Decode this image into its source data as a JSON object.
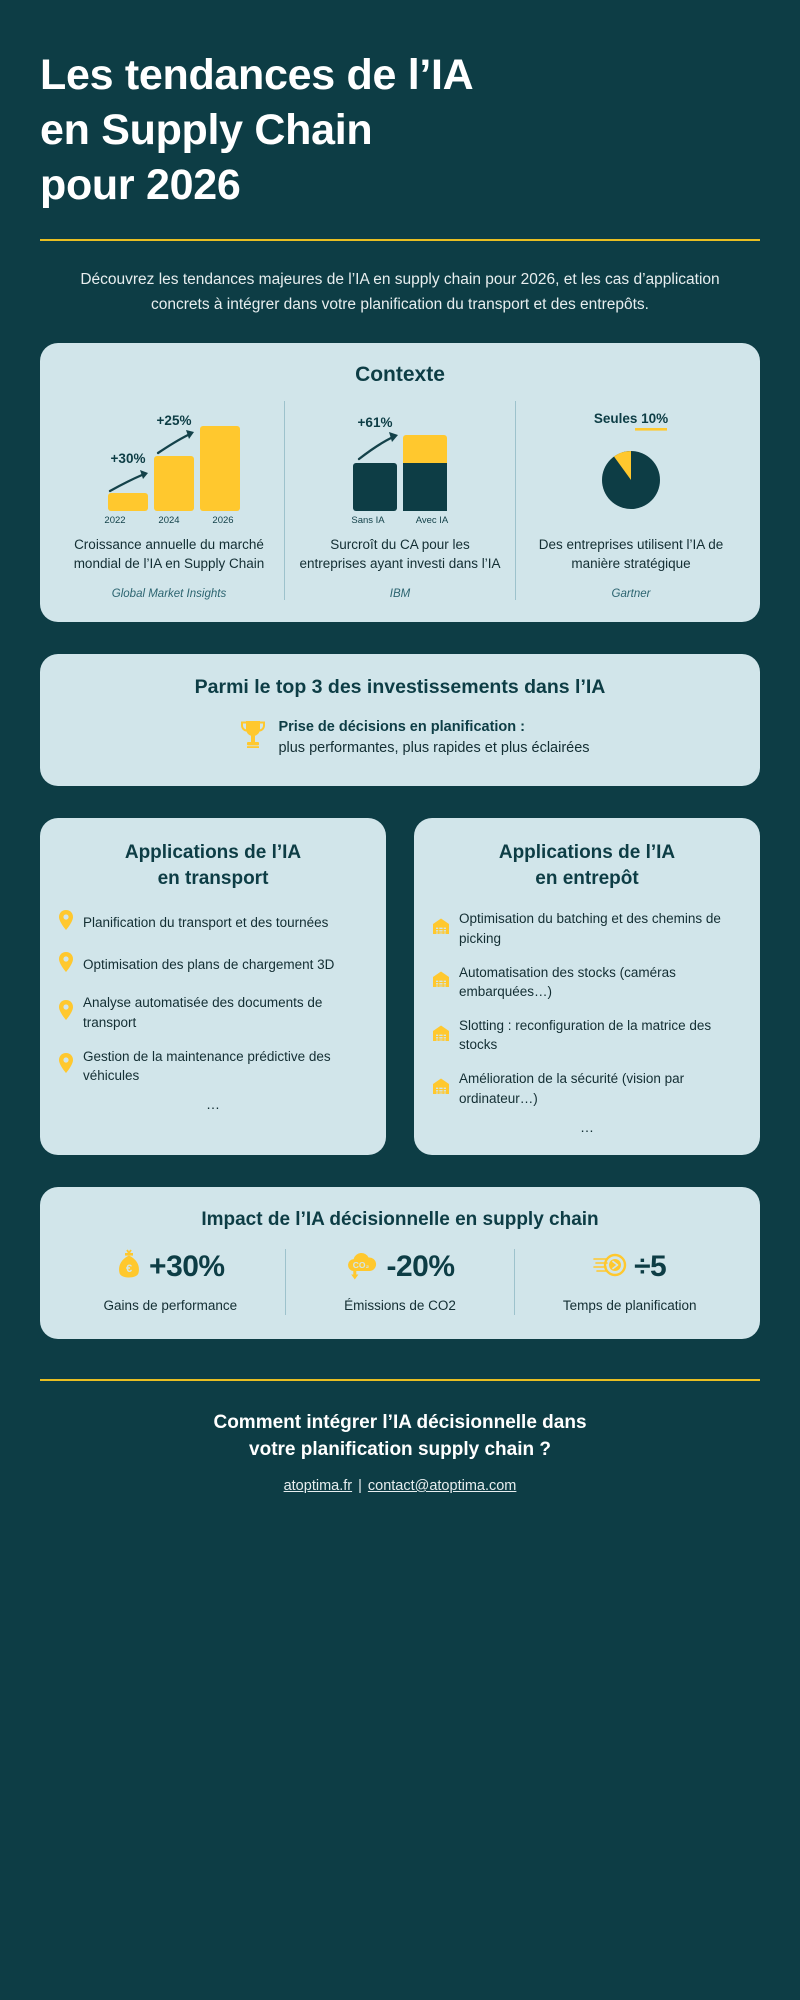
{
  "header": {
    "title_line1": "Les tendances de l’IA",
    "title_line2": "en Supply Chain",
    "title_line3": "pour 2026",
    "subtitle": "Découvrez les tendances majeures de l’IA en supply chain pour 2026, et les cas d’application concrets à intégrer dans votre planification du transport et des entrepôts."
  },
  "colors": {
    "background": "#0d3d45",
    "card": "#d1e5ea",
    "accent_yellow": "#ffc82e",
    "rule_gold": "#e8bf22",
    "dark_teal": "#0d3d45",
    "text_dark": "#132e33"
  },
  "context": {
    "title": "Contexte",
    "columns": [
      {
        "badge": "+30%",
        "badge2": "+25%",
        "description": "Croissance annuelle du marché mondial de l’IA en Supply Chain",
        "source": "Global Market Insights"
      },
      {
        "badge": "+61%",
        "description": "Surcroît du CA pour les entreprises ayant investi dans l’IA",
        "source": "IBM"
      },
      {
        "badge_prefix": "Seules ",
        "badge_value": "10%",
        "description": "Des entreprises utilisent l’IA de manière stratégique",
        "source": "Gartner"
      }
    ]
  },
  "chart_data": [
    {
      "type": "bar",
      "title": "Croissance annuelle du marché mondial de l’IA en Supply Chain",
      "categories": [
        "2022",
        "2024",
        "2026"
      ],
      "values": [
        18,
        55,
        100
      ],
      "annotations": [
        "+30%",
        "+25%"
      ],
      "ylim": [
        0,
        110
      ],
      "xlabel": "",
      "ylabel": "",
      "grid": false,
      "legend": "none",
      "series_color": "#ffc82e",
      "source": "Global Market Insights"
    },
    {
      "type": "bar",
      "title": "Surcroît du CA pour les entreprises ayant investi dans l’IA",
      "categories": [
        "Sans IA",
        "Avec IA"
      ],
      "values": [
        100,
        161
      ],
      "annotations": [
        "+61%"
      ],
      "ylim": [
        0,
        170
      ],
      "xlabel": "",
      "ylabel": "",
      "grid": false,
      "legend": "none",
      "series_colors": [
        "#0d3d45",
        "#ffc82e"
      ],
      "source": "IBM"
    },
    {
      "type": "pie",
      "title": "Des entreprises utilisent l’IA de manière stratégique",
      "categories": [
        "Utilisent l’IA stratégiquement",
        "N’utilisent pas l’IA stratégiquement"
      ],
      "values": [
        10,
        90
      ],
      "annotation": "Seules 10%",
      "colors": [
        "#ffc82e",
        "#0d3d45"
      ],
      "legend": "none",
      "source": "Gartner"
    }
  ],
  "top3": {
    "title": "Parmi le top 3 des investissements dans l’IA",
    "icon": "trophy-icon",
    "item_strong": "Prise de décisions en planification :",
    "item_detail": "plus performantes, plus rapides et plus éclairées"
  },
  "applications": {
    "transport": {
      "title_line1": "Applications de l’IA",
      "title_line2": "en transport",
      "bullet_icon": "map-pin-icon",
      "items": [
        "Planification du transport et des tournées",
        "Optimisation des plans de chargement 3D",
        "Analyse automatisée des documents de transport",
        "Gestion de la maintenance prédictive des véhicules"
      ],
      "ellipsis": "…"
    },
    "entrepot": {
      "title_line1": "Applications de l’IA",
      "title_line2": "en entrepôt",
      "bullet_icon": "warehouse-icon",
      "items": [
        "Optimisation du batching et des chemins de picking",
        "Automatisation des stocks (caméras embarquées…)",
        "Slotting : reconfiguration de la matrice des stocks",
        "Amélioration de la sécurité (vision par ordinateur…)"
      ],
      "ellipsis": "…"
    }
  },
  "impact": {
    "title": "Impact de l’IA décisionnelle en supply chain",
    "metrics": [
      {
        "icon": "money-bag-icon",
        "value": "+30%",
        "label": "Gains de performance"
      },
      {
        "icon": "co2-cloud-icon",
        "value": "-20%",
        "label": "Émissions de CO2"
      },
      {
        "icon": "fast-coin-icon",
        "value": "÷5",
        "label": "Temps de planification"
      }
    ]
  },
  "footer": {
    "question_line1": "Comment intégrer l’IA décisionnelle dans",
    "question_line2": "votre planification supply chain ?",
    "website": "atoptima.fr",
    "separator": "|",
    "email": "contact@atoptima.com"
  }
}
